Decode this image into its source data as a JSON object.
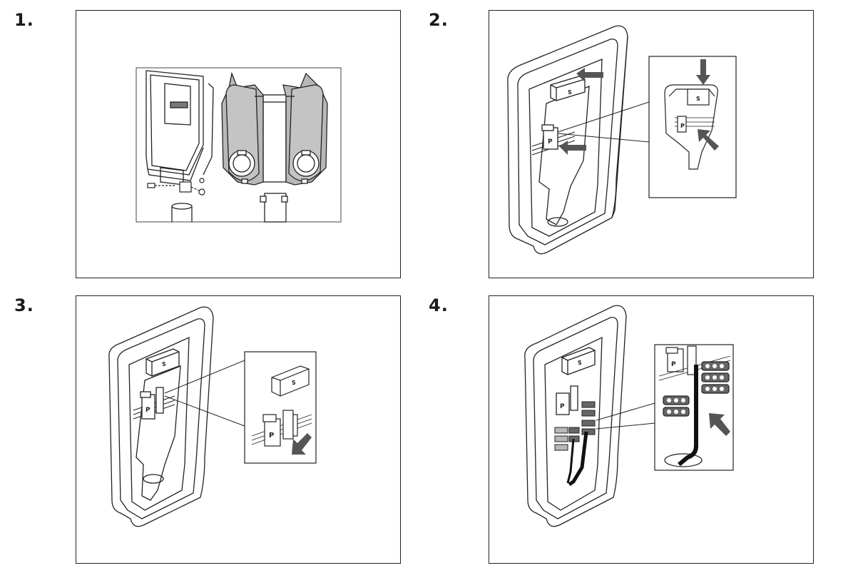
{
  "steps": [
    {
      "number": "1.",
      "box_labels": []
    },
    {
      "number": "2.",
      "box_labels": [
        "S",
        "P",
        "S",
        "P"
      ]
    },
    {
      "number": "3.",
      "box_labels": [
        "S",
        "P",
        "S",
        "P"
      ]
    },
    {
      "number": "4.",
      "box_labels": [
        "S",
        "P",
        "P"
      ]
    }
  ],
  "colors": {
    "line": "#222222",
    "arrow": "#555555",
    "shade": "#b8b8b8",
    "terminal": "#666666",
    "cable": "#111111"
  },
  "icons": [
    "arrow-icon",
    "mounting-screw-icon",
    "charging-socket-icon"
  ]
}
